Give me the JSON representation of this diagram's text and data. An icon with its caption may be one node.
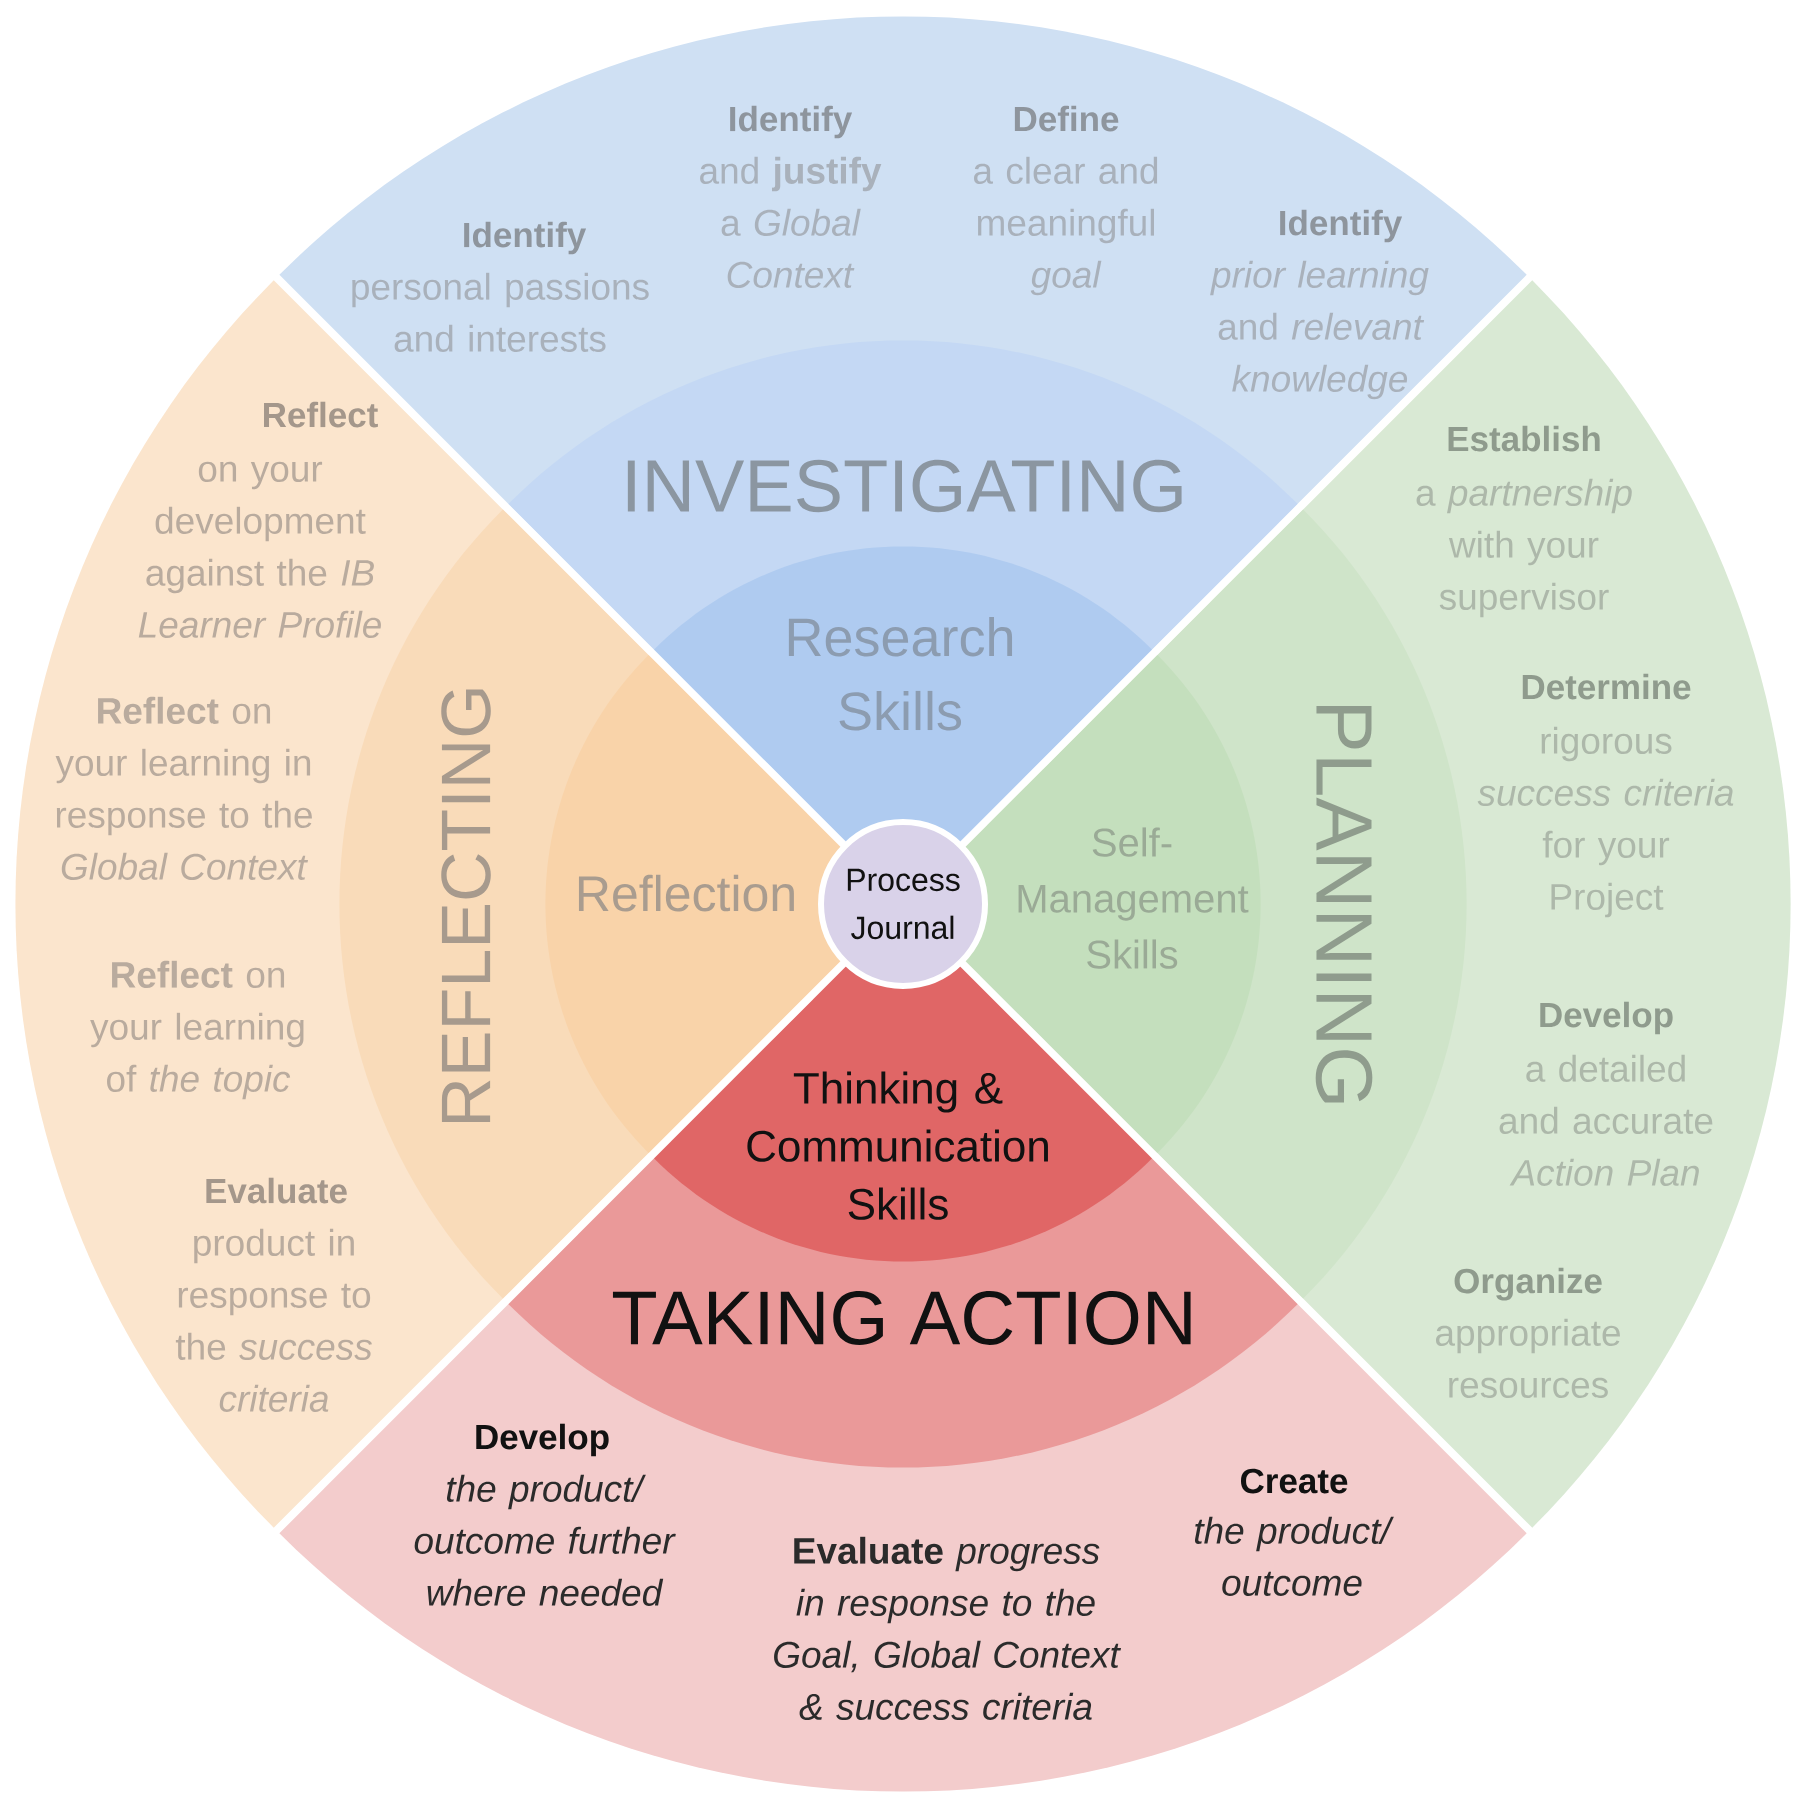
{
  "diagram": {
    "nodes": [
      {
        "text": [
          "Identify",
          "personal passions and interests",
          "Identify",
          "and **justify** a *Global Context*",
          "Define",
          "a clear and meaningful *goal*",
          "Identify",
          "*prior learning* and *relevant knowledge*"
        ]
      },
      {
        "text": [
          "INVESTIGATING"
        ],
        "in": 0
      },
      {
        "text": [
          "Research Skills"
        ],
        "in": 1
      },
      {
        "text": [
          "Establish",
          "a *partnership* with your supervisor",
          "Determine",
          "rigorous *success criteria* for your Project",
          "Develop",
          "a detailed and accurate *Action Plan*",
          "Organize",
          "appropriate resources"
        ]
      },
      {
        "text": [
          "PLANNING"
        ],
        "in": 3
      },
      {
        "text": [
          "Self-Management Skills"
        ],
        "in": 4
      },
      {
        "text": [
          "Develop",
          "the product/ outcome further where needed",
          "**Evaluate** *progress in response to the Goal, Global Context & success criteria*",
          "Create",
          "the product/ outcome"
        ]
      },
      {
        "text": [
          "TAKING ACTION"
        ],
        "in": 6
      },
      {
        "text": [
          "Thinking & Communication Skills"
        ],
        "in": 7
      },
      {
        "text": [
          "Reflect",
          "on your development against the *IB Learner Profile*",
          "**Reflect** on your learning in response to the *Global Context*",
          "**Reflect** on your learning of *the topic*",
          "Evaluate",
          "product in response to the *success criteria*"
        ]
      },
      {
        "text": [
          "REFLECTING"
        ],
        "in": 9
      },
      {
        "text": [
          "Reflection"
        ],
        "in": 10
      },
      {
        "text": [
          "Process Journal"
        ]
      }
    ]
  }
}
